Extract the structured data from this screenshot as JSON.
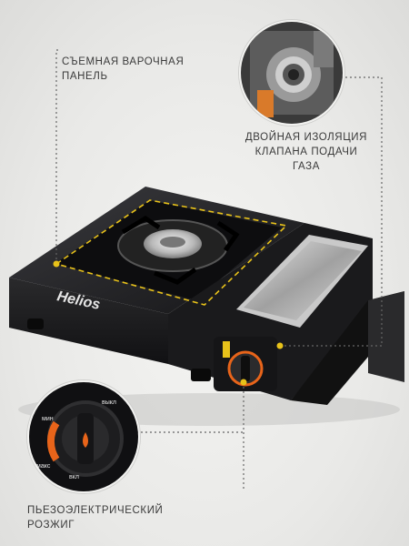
{
  "captions": {
    "removable_panel": [
      "Съемная варочная",
      "панель"
    ],
    "valve_insulation": [
      "Двойная изоляция",
      "клапана подачи",
      "газа"
    ],
    "piezo": [
      "Пьезоэлектрический",
      "розжиг"
    ]
  },
  "brand": "Helios",
  "knob_labels": {
    "off": "выкл",
    "min": "мин",
    "max": "макс",
    "on": "вкл"
  },
  "colors": {
    "accent_yellow": "#e8c21a",
    "stove_body": "#1c1c1e",
    "knob_orange": "#e8641a"
  }
}
